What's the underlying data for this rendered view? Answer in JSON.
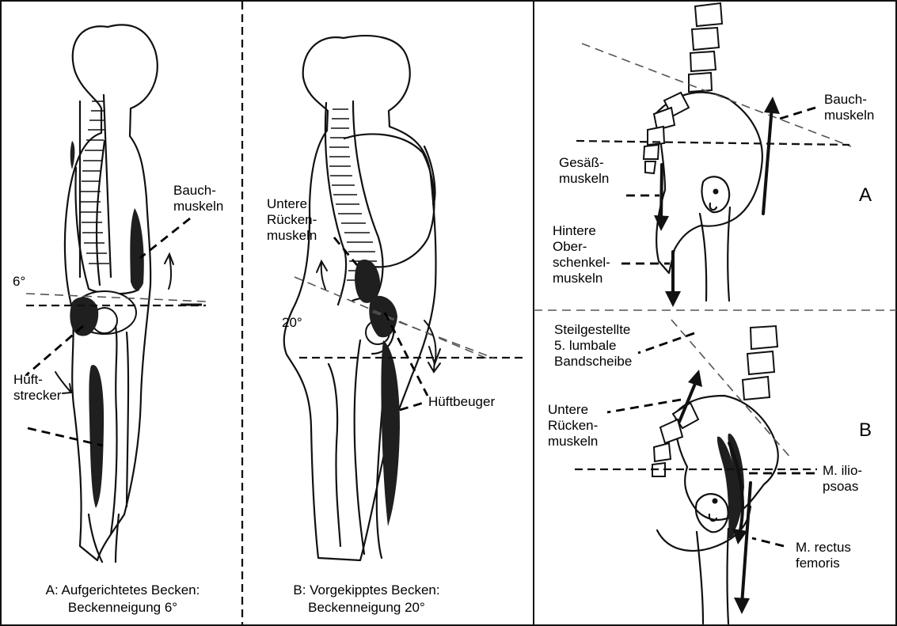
{
  "panel_a": {
    "angle_label": "6°",
    "bauchmuskeln_line1": "Bauch-",
    "bauchmuskeln_line2": "muskeln",
    "hueftstrecker_line1": "Hüft-",
    "hueftstrecker_line2": "strecker",
    "caption_line1": "A: Aufgerichtetes Becken:",
    "caption_line2": "Beckenneigung 6°"
  },
  "panel_b": {
    "angle_label": "20°",
    "rueckenmuskeln_line1": "Untere",
    "rueckenmuskeln_line2": "Rücken-",
    "rueckenmuskeln_line3": "muskeln",
    "hueftbeuger": "Hüftbeuger",
    "caption_line1": "B: Vorgekipptes Becken:",
    "caption_line2": "Beckenneigung 20°"
  },
  "panel_right_a": {
    "letter": "A",
    "bauchmuskeln_line1": "Bauch-",
    "bauchmuskeln_line2": "muskeln",
    "gesaess_line1": "Gesäß-",
    "gesaess_line2": "muskeln",
    "hintere_line1": "Hintere",
    "hintere_line2": "Ober-",
    "hintere_line3": "schenkel-",
    "hintere_line4": "muskeln"
  },
  "panel_right_b": {
    "letter": "B",
    "steil_line1": "Steilgestellte",
    "steil_line2": "5. lumbale",
    "steil_line3": "Bandscheibe",
    "ruecken_line1": "Untere",
    "ruecken_line2": "Rücken-",
    "ruecken_line3": "muskeln",
    "iliopsoas_line1": "M. ilio-",
    "iliopsoas_line2": "psoas",
    "rectus_line1": "M. rectus",
    "rectus_line2": "femoris"
  }
}
